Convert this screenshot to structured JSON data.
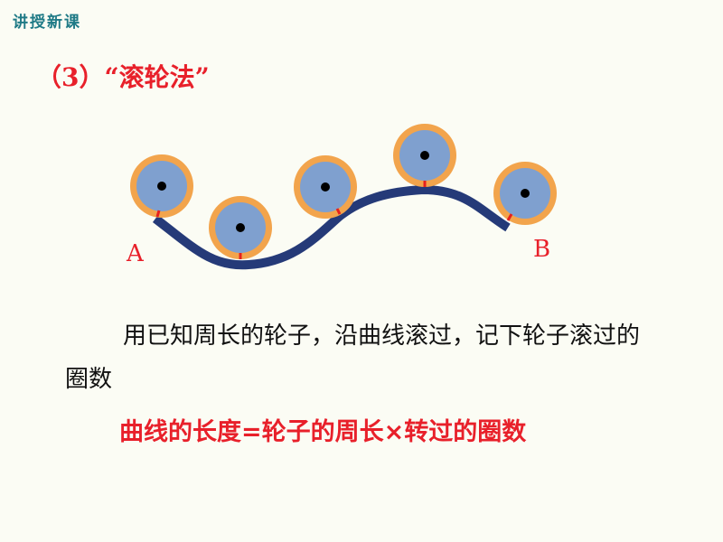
{
  "header": {
    "title": "讲授新课"
  },
  "section": {
    "heading": "（3）“滚轮法”"
  },
  "diagram": {
    "label_start": "A",
    "label_end": "B",
    "colors": {
      "curve": "#253a78",
      "wheel_rim": "#f2a44c",
      "wheel_face": "#7fa0cf",
      "axle": "#000000",
      "contact_mark": "#e5201e",
      "labels": "#e8202a"
    }
  },
  "body": {
    "description": "用已知周长的轮子，沿曲线滚过，记下轮子滚过的圈数"
  },
  "formula": {
    "text": "曲线的长度=轮子的周长×转过的圈数"
  }
}
